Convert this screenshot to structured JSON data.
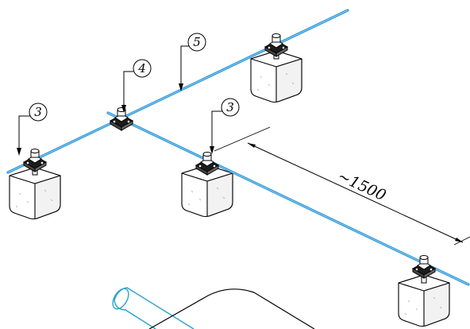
{
  "callouts": [
    {
      "id": "callout-3-left",
      "label": "3"
    },
    {
      "id": "callout-4",
      "label": "4"
    },
    {
      "id": "callout-5",
      "label": "5"
    },
    {
      "id": "callout-3-center",
      "label": "3"
    }
  ],
  "dimension": {
    "label": "~1500"
  },
  "colors": {
    "rail": "#2a93d5",
    "ink": "#000000",
    "pipe": "#2aa3c9"
  }
}
